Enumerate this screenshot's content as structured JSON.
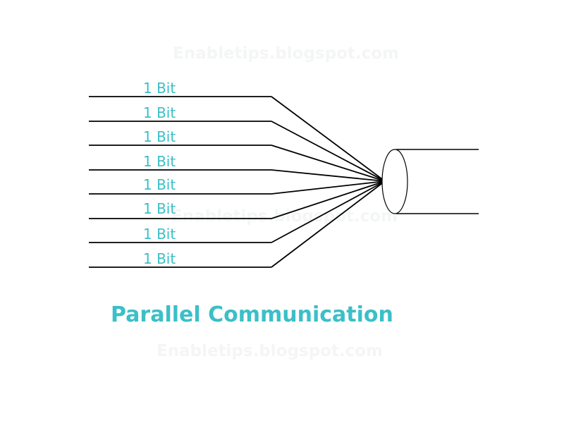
{
  "colors": {
    "label": "#3bbfc8",
    "line": "#000000",
    "watermark": "#f4f5f5"
  },
  "watermarks": [
    "Enabletips.blogspot.com",
    "Enabletips.blogspot.com",
    "Enabletips.blogspot.com"
  ],
  "wires": [
    {
      "label": "1 Bit"
    },
    {
      "label": "1 Bit"
    },
    {
      "label": "1 Bit"
    },
    {
      "label": "1 Bit"
    },
    {
      "label": "1 Bit"
    },
    {
      "label": "1 Bit"
    },
    {
      "label": "1 Bit"
    },
    {
      "label": "1 Bit"
    }
  ],
  "title": "Parallel Communication"
}
